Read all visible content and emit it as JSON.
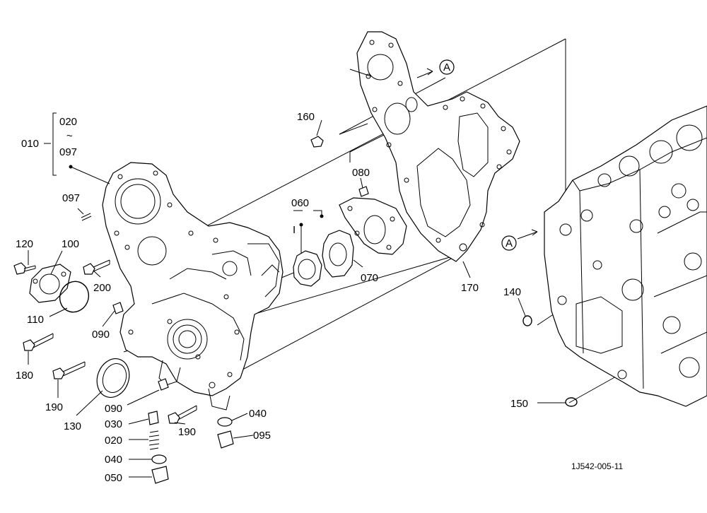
{
  "labels": {
    "p010": "010",
    "p020_top": "020",
    "tilde": "~",
    "p097_top": "097",
    "p097": "097",
    "p120": "120",
    "p100": "100",
    "p200": "200",
    "p110": "110",
    "p090_a": "090",
    "p180": "180",
    "p190_a": "190",
    "p130": "130",
    "p090_b": "090",
    "p030": "030",
    "p020": "020",
    "p040_a": "040",
    "p050": "050",
    "p190_b": "190",
    "p040_b": "040",
    "p095": "095",
    "p160": "160",
    "p080": "080",
    "p060": "060",
    "roman_i": "I",
    "p070": "070",
    "p170": "170",
    "p140": "140",
    "p150": "150",
    "ref_a1": "A",
    "ref_a2": "A",
    "drawing_code": "1J542-005-11"
  }
}
